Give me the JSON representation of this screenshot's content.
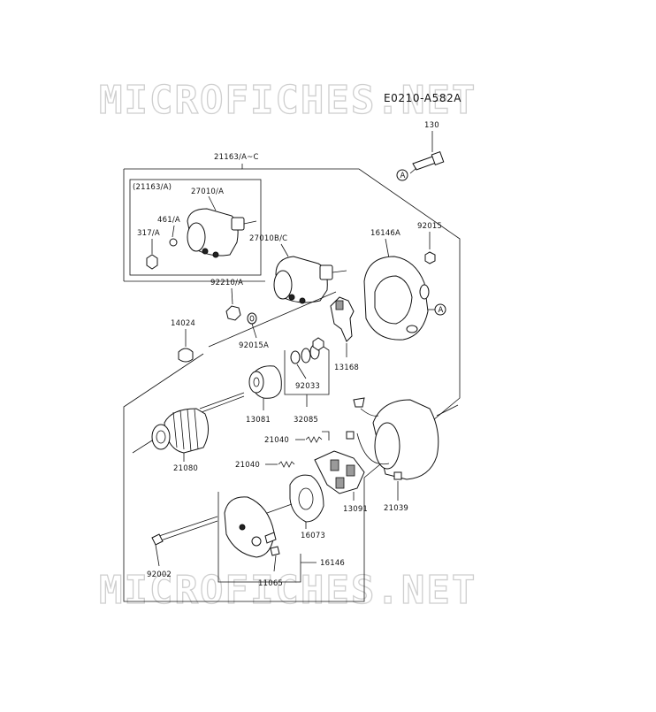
{
  "watermark": {
    "top": "MICROFICHES.NET",
    "bottom": "MICROFICHES.NET"
  },
  "diagram_code": "E0210-A582A",
  "callout_marker": "A",
  "labels": {
    "p130": "130",
    "p21163": "21163/A~C",
    "p21163a": "(21163/A)",
    "p27010a": "27010/A",
    "p461a": "461/A",
    "p317a": "317/A",
    "p27010bc": "27010B/C",
    "p16146a": "16146A",
    "p92015": "92015",
    "p92210a": "92210/A",
    "p14024": "14024",
    "p92015a": "92015A",
    "p13168": "13168",
    "p92033": "92033",
    "p32085": "32085",
    "p13081": "13081",
    "p21080": "21080",
    "p21040a": "21040",
    "p21040b": "21040",
    "p13091": "13091",
    "p21039": "21039",
    "p16073": "16073",
    "p16146": "16146",
    "p92002": "92002",
    "p11065": "11065"
  }
}
